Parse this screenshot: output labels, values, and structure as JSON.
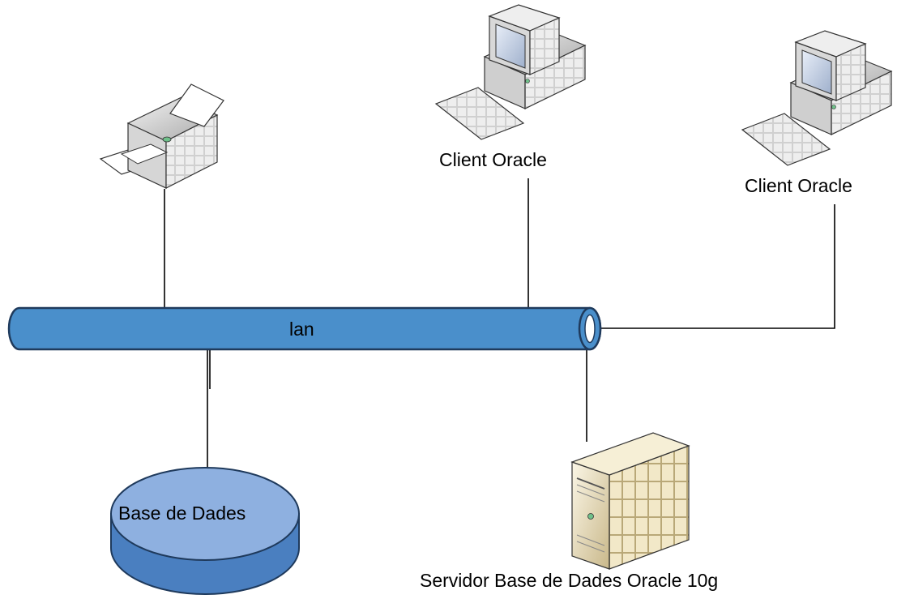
{
  "nodes": {
    "printer": {
      "icon": "printer-icon"
    },
    "client_left": {
      "icon": "desktop-computer-icon",
      "label": "Client Oracle"
    },
    "client_right": {
      "icon": "desktop-computer-icon",
      "label": "Client Oracle"
    },
    "lan": {
      "label": "lan"
    },
    "database": {
      "icon": "database-disk-icon",
      "label": "Base de Dades"
    },
    "server": {
      "icon": "server-tower-icon",
      "label": "Servidor Base de Dades Oracle 10g"
    }
  },
  "colors": {
    "lan_fill": "#4a8fcb",
    "lan_stroke": "#1f3a5c",
    "db_top": "#8eb0e0",
    "db_side": "#4a7fc0",
    "server_body": "#efe6c8",
    "device_body": "#d8d8d8"
  }
}
